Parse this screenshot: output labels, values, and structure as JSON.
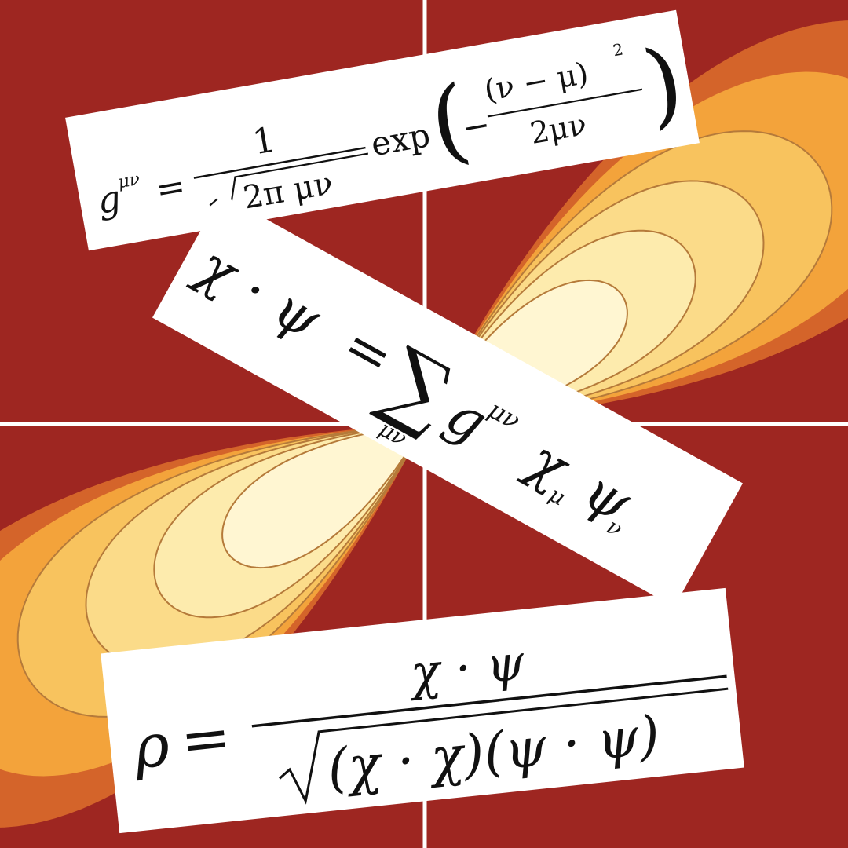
{
  "background": {
    "colors": {
      "outer": "#9e2621",
      "level_1": "#d4642a",
      "level_2": "#f3a33b",
      "level_3": "#f8c35e",
      "level_4": "#fbdb89",
      "level_5": "#fdebad",
      "level_6": "#fff6d2",
      "contour_line": "#b57a3a",
      "axis_line": "#ffffff"
    }
  },
  "formula_1": {
    "lhs": "g",
    "lhs_sup": "μν",
    "equals": "=",
    "numerator": "1",
    "sqrt_arg": "2π μν",
    "func": "exp",
    "minus": "−",
    "inner_numerator": "(ν − μ)",
    "inner_exp": "2",
    "inner_denominator": "2μν"
  },
  "formula_2": {
    "lhs": "χ · ψ",
    "equals": "=",
    "sum": "∑",
    "sum_sub": "μν",
    "g": "g",
    "g_sup": "μν",
    "chi": "χ",
    "chi_sub": "μ",
    "psi": "ψ",
    "psi_sub": "ν"
  },
  "formula_3": {
    "lhs": "ρ",
    "equals": "=",
    "numerator": "χ · ψ",
    "denominator": "(χ · χ)(ψ · ψ)"
  }
}
